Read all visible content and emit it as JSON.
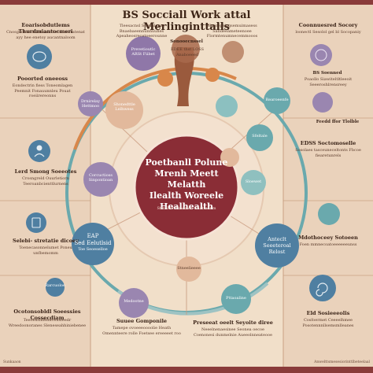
{
  "title": "BS Socciall Work attal Merlinginttalls",
  "center": {
    "line1": "Poetbanll Polune",
    "line2": "Mrenh Meett Melatth",
    "line3": "Ilealth Woreele",
    "line4": "Healhealth",
    "sub": "Sttrolter Proaaion Snattoenm"
  },
  "panels": {
    "top_left_head": "Eoarisobdutlems Thurdmiantocmeri",
    "top_left_body": "Cnosglichne leanlures Secuthecratenat ayy hee enetoy aucantnaloom",
    "top_right_head": "Coonnuesred Socory",
    "top_right_body": "loonectl Sesolol gel bl Socopaniy",
    "left_mid_head": "Pooorted oneeoss",
    "left_mid_body": "Eondectrin fiess Toneomlagen Peemnit Fonauunnleu Pouat roeiirereonns",
    "left_low_head": "Lerd Smong Soeeotes",
    "left_low_body": "Crosngreld Ouurletiorn Teeroanbcienttlurnens",
    "left_bottom_head": "Selebi- stretatie dicoey",
    "left_bottom_body": "Toenecasonnelumet Poneu unfbemomm",
    "bottom_left_head": "Ocotonsobldl Soeessies Cossecdiam",
    "bottom_left_body": "Teeoeutinlenncensieedr Wreedoonoranes Sleneseahhiniebenee",
    "bottom_mid_head": "Suuee Gomponile",
    "bottom_mid_body": "Tamepe ovoeeeoooolie Heath Omennteere rolle Foetsee ereeeeet roo",
    "bottom_center_head": "Preseeat oeelt Seyoite diree",
    "bottom_center_body": "Neeelnenaesinee Seonea oecoe Coenonesi dunmelnie Aueeolnneateooe",
    "bottom_right_head": "Eld Sosieeeolis",
    "bottom_right_body": "Cosfoermet Ceeeelhmee Posotennnllsemsmlleanes",
    "right_mid_head": "EDSS Soctomoselle",
    "right_mid_body": "Sosolaes tasceuneceltonts Fbcoe fiearetunrels",
    "right_low_head": "Mdothoceey Sotoeen",
    "right_low_body": "Foen mmnecoatoeeeeeeunss",
    "right_top_label": "BS Soenned",
    "right_top_body": "Poaollo Siawiteltltleeoit Seeeroshlrensreey",
    "feed_label": "Feedd ffor Tlolble",
    "upper_mid_head": "Sonooecnssel",
    "upper_mid_body": "EDEE thst LOSS Anaboeeed",
    "top_col_a": "Tleesacnsl Soeunlonm Bnaebaeennunnuuhes Apeaheosrecetoeerounne",
    "top_col_b": "Sleerepsiagsemuimasess Sandeeameteenoee Flormtenumnecemmooos"
  },
  "bubbles": {
    "left_ring_a": "Shonedttle Lelhwess",
    "left_ring_b": "Prevetioutlc ARSt Fiibet",
    "left_ring_c": "Corcuctioss Sinpontioan",
    "left_ring_d": "Drnirelay Hettmoo",
    "eap_line1": "EAP",
    "eap_line2": "Sed Eelutlsid",
    "eap_line3": "Toe Seoeselloe",
    "right_ring_a": "Sfeltale",
    "right_ring_b": "Rearoeenfe",
    "right_ring_c": "Sloewet",
    "right_big_line1": "Anteclt",
    "right_big_line2": "Seeeteroal Relost",
    "bottom_a": "Medootne",
    "bottom_b": "Pttaoaline",
    "far_left_a": "Rarcuoloe",
    "far_left_b": "Stneelieeee"
  },
  "footer": {
    "left": "Sunkaaon",
    "right": "Anwelttsmesesiorinttlbeteelaal"
  },
  "colors": {
    "background": "#f1dfc9",
    "center_fill": "#8a2d36",
    "ring_teal": "#6aa9ad",
    "ring_orange": "#d8874a",
    "bubble_purple": "#9a86b0",
    "bubble_blue": "#4f7fa1",
    "bubble_peach": "#e2b99c"
  }
}
